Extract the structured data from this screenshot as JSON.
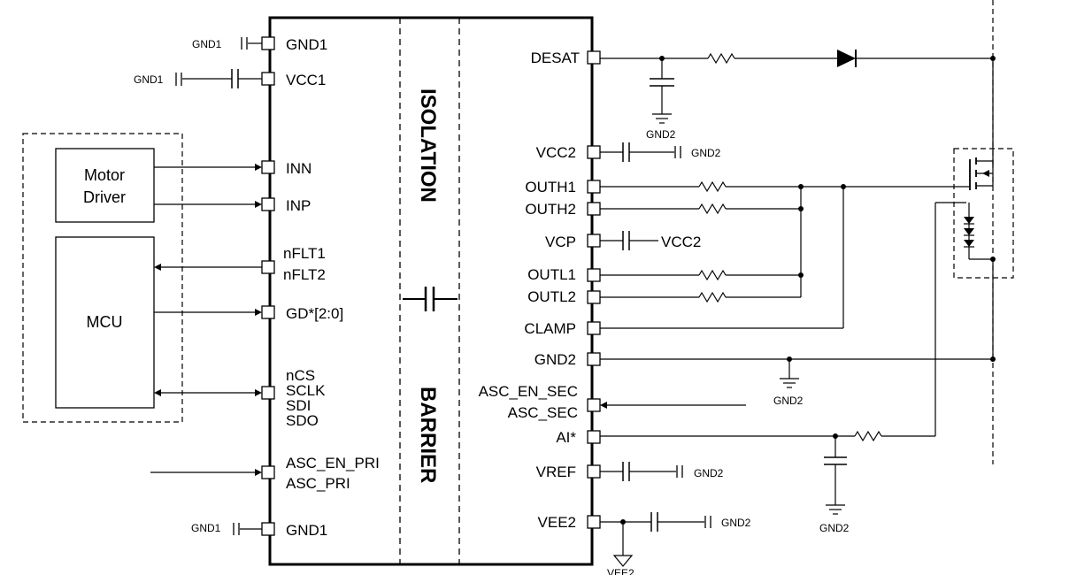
{
  "chip": {
    "barrier_top": "ISOLATION",
    "barrier_bottom": "BARRIER",
    "left_pins": {
      "gnd1_top": "GND1",
      "vcc1": "VCC1",
      "inn": "INN",
      "inp": "INP",
      "nflt1": "nFLT1",
      "nflt2": "nFLT2",
      "gd": "GD*[2:0]",
      "ncs": "nCS",
      "sclk": "SCLK",
      "sdi": "SDI",
      "sdo": "SDO",
      "asc_en_pri": "ASC_EN_PRI",
      "asc_pri": "ASC_PRI",
      "gnd1_bottom": "GND1"
    },
    "right_pins": {
      "desat": "DESAT",
      "vcc2": "VCC2",
      "outh1": "OUTH1",
      "outh2": "OUTH2",
      "vcp": "VCP",
      "outl1": "OUTL1",
      "outl2": "OUTL2",
      "clamp": "CLAMP",
      "gnd2": "GND2",
      "asc_en_sec": "ASC_EN_SEC",
      "asc_sec": "ASC_SEC",
      "ai": "AI*",
      "vref": "VREF",
      "vee2": "VEE2"
    }
  },
  "external": {
    "motor_driver_line1": "Motor",
    "motor_driver_line2": "Driver",
    "mcu": "MCU",
    "gnd1_cap_top": "GND1",
    "gnd1_cap_vcc1": "GND1",
    "gnd1_cap_bottom": "GND1",
    "gnd2_desat": "GND2",
    "gnd2_vcc2": "GND2",
    "vcp_net": "VCC2",
    "gnd2_ground": "GND2",
    "gnd2_ai": "GND2",
    "gnd2_vref": "GND2",
    "gnd2_vee2": "GND2",
    "vee2_ground": "VEE2"
  }
}
